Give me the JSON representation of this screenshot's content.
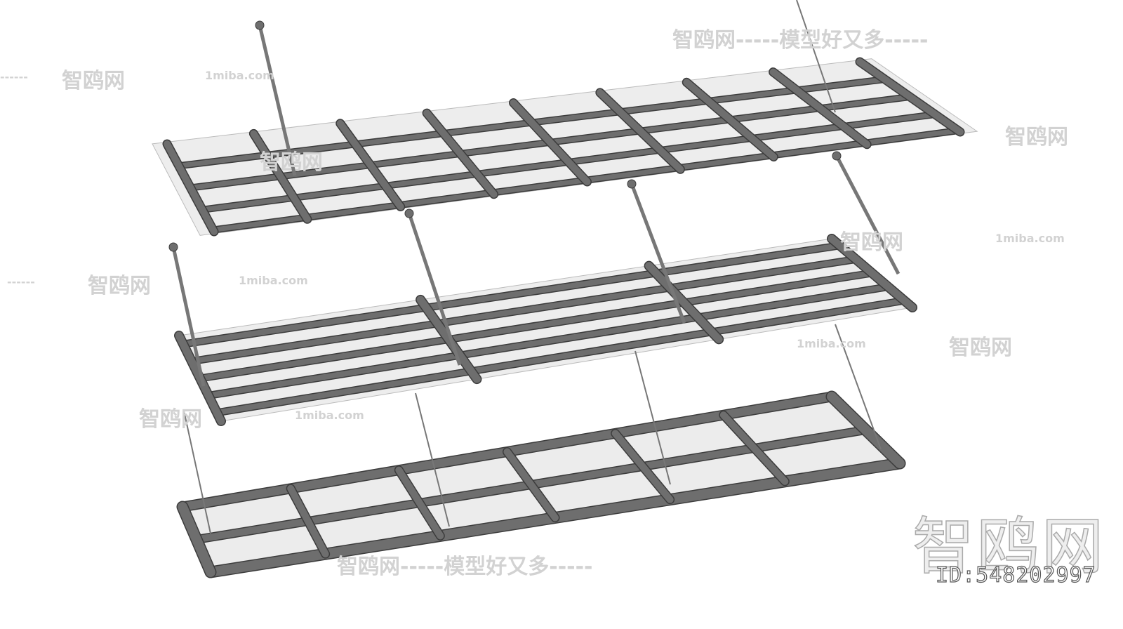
{
  "watermarks": {
    "site_slogan": "智鸥网-----模型好又多-----",
    "site_name": "智鸥网",
    "domain": "1miba.com",
    "dashes": "------"
  },
  "logo": {
    "text": "智鸥网"
  },
  "model_id": "ID:548202997",
  "colors": {
    "metal": "#6e6e6e",
    "metal_dark": "#3c3c3c",
    "glass": "#d8d8d8",
    "background": "#ffffff"
  }
}
